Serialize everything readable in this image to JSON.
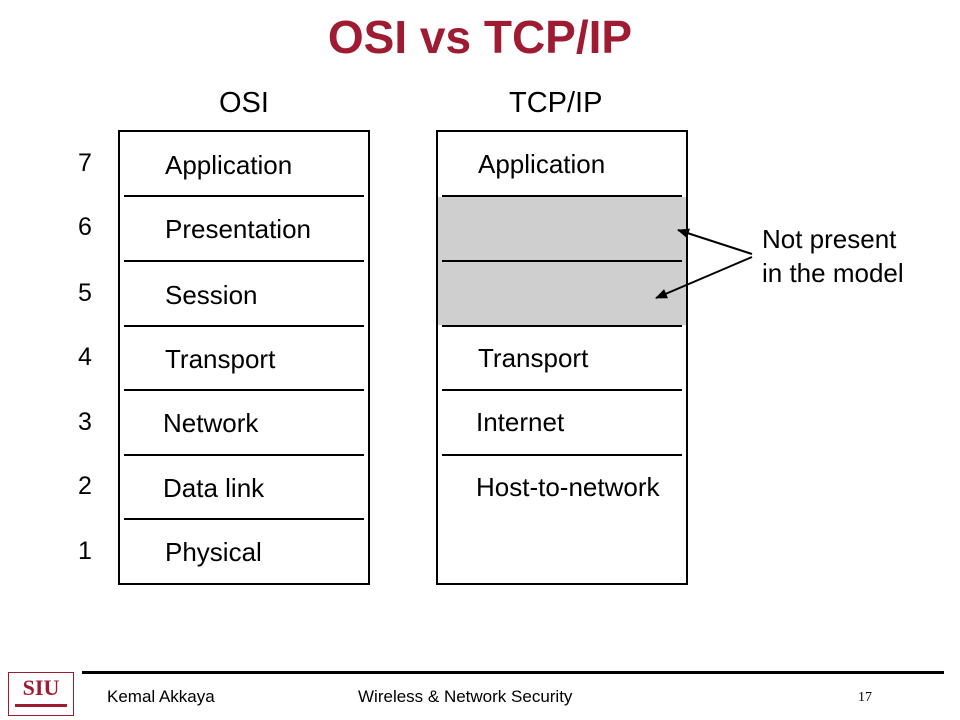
{
  "title": "OSI vs TCP/IP",
  "osi": {
    "heading": "OSI",
    "layers": [
      {
        "num": "7",
        "label": "Application"
      },
      {
        "num": "6",
        "label": "Presentation"
      },
      {
        "num": "5",
        "label": "Session"
      },
      {
        "num": "4",
        "label": "Transport"
      },
      {
        "num": "3",
        "label": "Network"
      },
      {
        "num": "2",
        "label": "Data link"
      },
      {
        "num": "1",
        "label": "Physical"
      }
    ]
  },
  "tcpip": {
    "heading": "TCP/IP",
    "layers": [
      {
        "label": "Application"
      },
      {
        "label": ""
      },
      {
        "label": ""
      },
      {
        "label": "Transport"
      },
      {
        "label": "Internet"
      },
      {
        "label": "Host-to-network"
      }
    ]
  },
  "annotation": {
    "line1": "Not present",
    "line2": "in the model"
  },
  "colors": {
    "title": "#9e1b32",
    "shade": "#cfcfcf"
  },
  "footer": {
    "logo_text": "SIU",
    "author": "Kemal Akkaya",
    "course": "Wireless & Network Security",
    "page": "17"
  }
}
